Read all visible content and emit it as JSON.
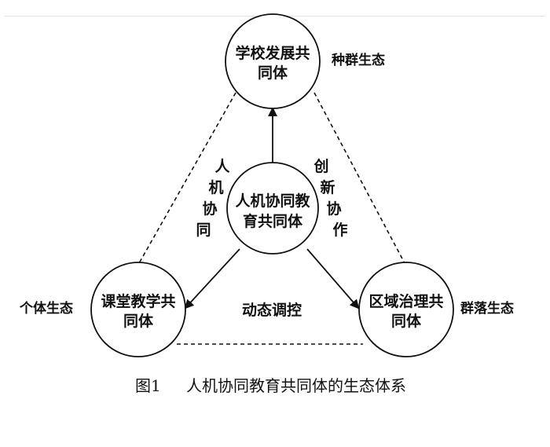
{
  "nodes": {
    "school": {
      "line1": "学校发展共",
      "line2": "同体"
    },
    "center": {
      "line1": "人机协同教",
      "line2": "育共同体"
    },
    "classroom": {
      "line1": "课堂教学共",
      "line2": "同体"
    },
    "region": {
      "line1": "区域治理共",
      "line2": "同体"
    }
  },
  "side_labels": {
    "species": "种群生态",
    "individual": "个体生态",
    "community": "群落生态"
  },
  "edge_labels": {
    "left": [
      "人",
      "机",
      "协",
      "同"
    ],
    "right": [
      "创",
      "新",
      "协",
      "作"
    ],
    "bottom": "动态调控"
  },
  "caption": {
    "figure_no": "图1",
    "title": "人机协同教育共同体的生态体系"
  },
  "colors": {
    "stroke": "#111111",
    "background": "#ffffff"
  }
}
